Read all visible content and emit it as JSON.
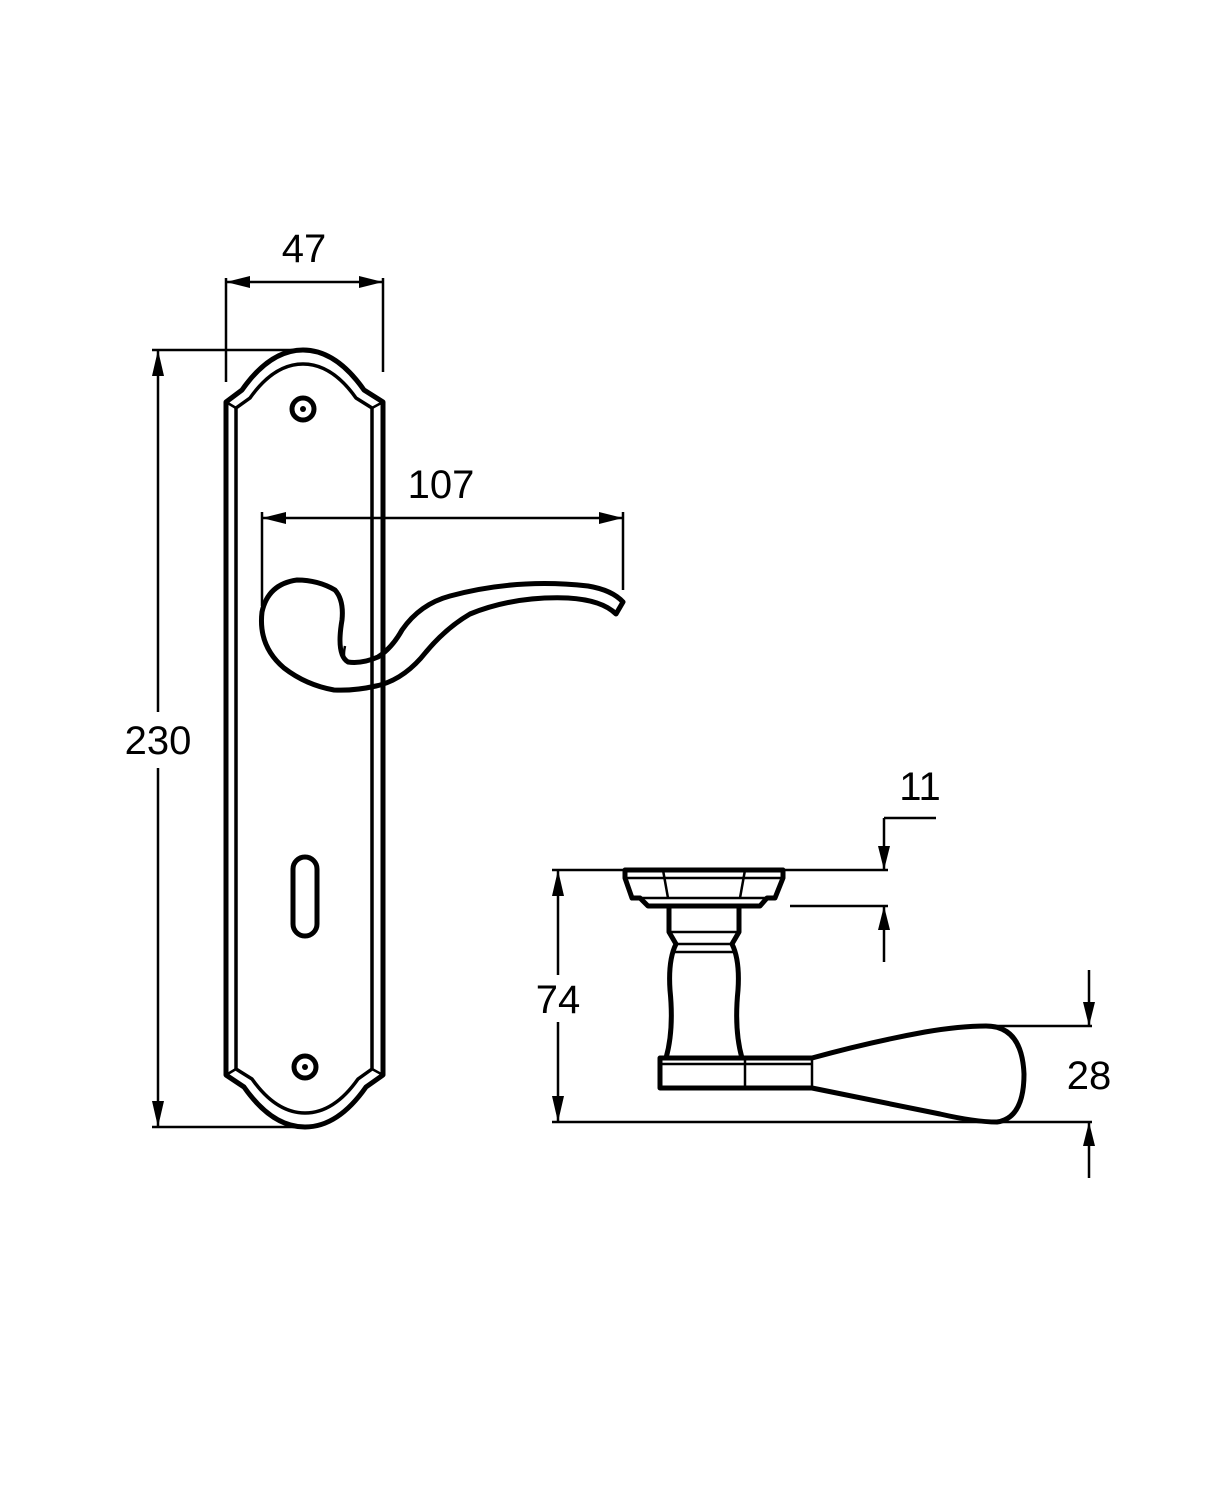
{
  "dimensions": {
    "plate_width": "47",
    "plate_height": "230",
    "lever_projection_front": "107",
    "rose_thickness": "11",
    "lever_projection_side": "74",
    "grip_thickness": "28"
  },
  "colors": {
    "line": "#000000",
    "background": "#ffffff"
  }
}
